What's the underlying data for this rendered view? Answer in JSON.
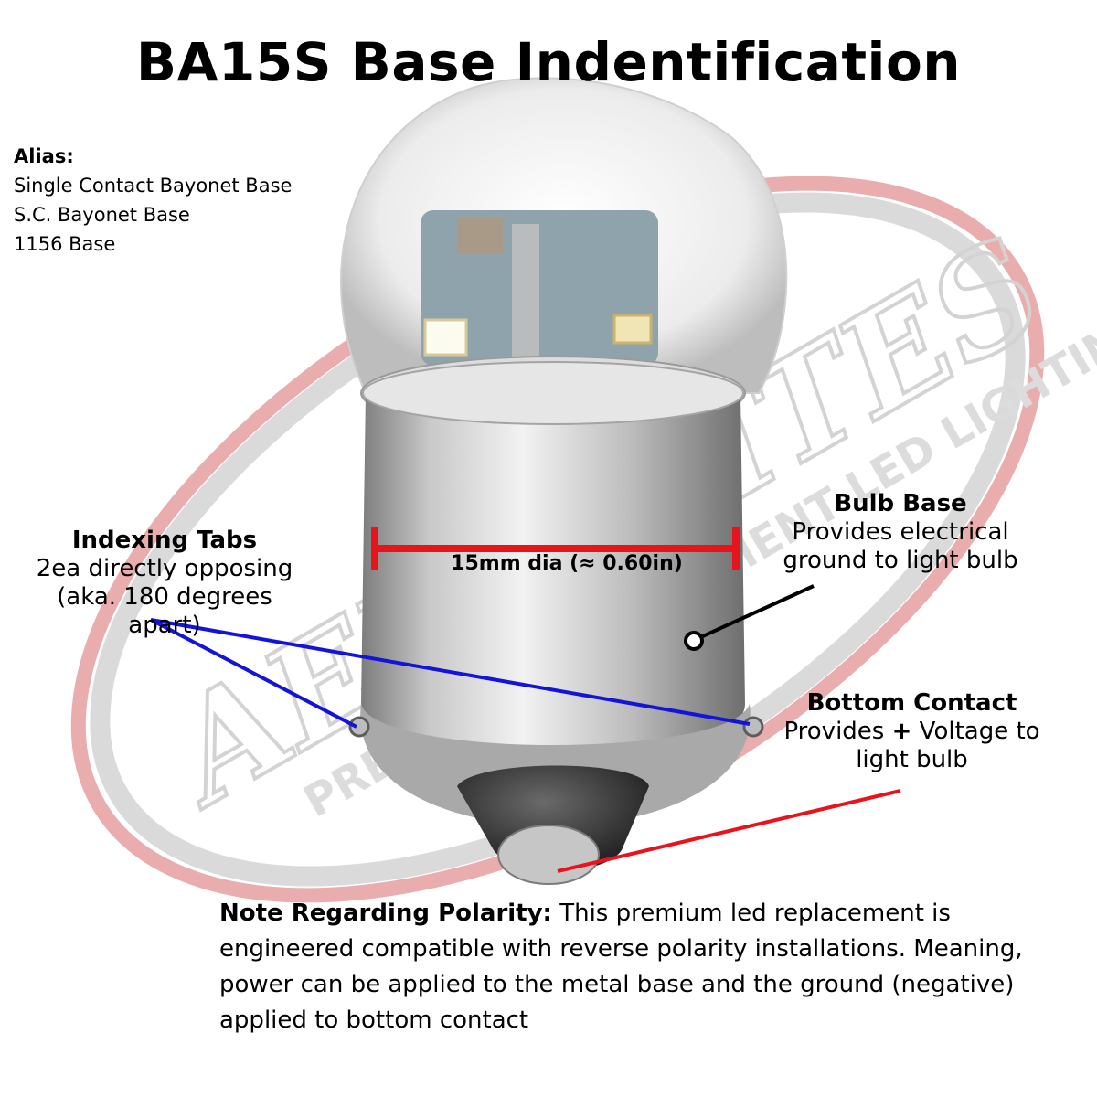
{
  "title": "BA15S Base Indentification",
  "alias": {
    "heading": "Alias:",
    "items": [
      "Single Contact Bayonet Base",
      "S.C. Bayonet Base",
      "1156 Base"
    ]
  },
  "watermark": {
    "brand": "AERO-LITES",
    "tagline": "PREMIUM REPLACEMENT LED LIGHTING"
  },
  "dimension": {
    "label": "15mm dia (≈ 0.60in)"
  },
  "callouts": {
    "indexing_tabs": {
      "heading": "Indexing Tabs",
      "line1": "2ea directly opposing",
      "line2": "(aka. 180 degrees apart)"
    },
    "bulb_base": {
      "heading": "Bulb Base",
      "line1": "Provides electrical",
      "line2": "ground to light bulb"
    },
    "bottom_contact": {
      "heading": "Bottom Contact",
      "line1_pre": "Provides ",
      "line1_plus": "+",
      "line1_post": " Voltage to",
      "line2": "light bulb"
    }
  },
  "note": {
    "heading": "Note Regarding Polarity:",
    "text": " This premium led replacement is engineered compatible with reverse polarity installations. Meaning, power can be applied to the metal base and the ground (negative) applied to bottom contact"
  },
  "colors": {
    "dimension_line": "#e8141b",
    "tabs_leader": "#1414d9",
    "base_leader": "#000000",
    "contact_leader": "#e8141b",
    "watermark_red": "#e8a5a5",
    "watermark_grey": "#d4d4d4"
  }
}
